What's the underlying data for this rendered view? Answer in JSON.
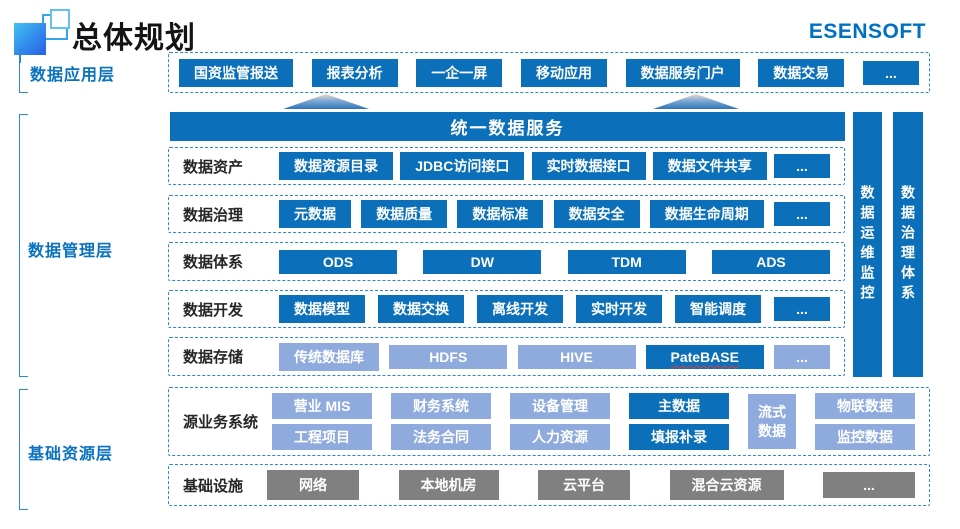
{
  "header": {
    "title": "总体规划",
    "brand": "ESENSOFT"
  },
  "colors": {
    "primary_blue": "#0b70b9",
    "light_blue": "#8faadc",
    "gray": "#808080",
    "label_blue": "#0b72c0",
    "dashed_border": "#2e86d6"
  },
  "application": {
    "label": "数据应用层",
    "items": [
      "国资监管报送",
      "报表分析",
      "一企一屏",
      "移动应用",
      "数据服务门户",
      "数据交易",
      "..."
    ]
  },
  "management": {
    "label": "数据管理层",
    "service_bar": "统一数据服务",
    "rows": {
      "asset": {
        "label": "数据资产",
        "items": [
          "数据资源目录",
          "JDBC访问接口",
          "实时数据接口",
          "数据文件共享",
          "..."
        ]
      },
      "governance": {
        "label": "数据治理",
        "items": [
          "元数据",
          "数据质量",
          "数据标准",
          "数据安全",
          "数据生命周期",
          "..."
        ]
      },
      "system": {
        "label": "数据体系",
        "items": [
          "ODS",
          "DW",
          "TDM",
          "ADS"
        ]
      },
      "development": {
        "label": "数据开发",
        "items": [
          "数据模型",
          "数据交换",
          "离线开发",
          "实时开发",
          "智能调度",
          "..."
        ]
      },
      "storage": {
        "label": "数据存储",
        "items": [
          {
            "text": "传统数据库",
            "style": "light"
          },
          {
            "text": "HDFS",
            "style": "light wide"
          },
          {
            "text": "HIVE",
            "style": "light wide"
          },
          {
            "text": "PateBASE",
            "style": "dark wide spell"
          },
          {
            "text": "...",
            "style": "light"
          }
        ]
      }
    },
    "side_bars": [
      "数据运维监控",
      "数据治理体系"
    ]
  },
  "resource": {
    "label": "基础资源层",
    "source": {
      "label": "源业务系统",
      "cols": [
        {
          "top": "营业 MIS",
          "bottom": "工程项目"
        },
        {
          "top": "财务系统",
          "bottom": "法务合同"
        },
        {
          "top": "设备管理",
          "bottom": "人力资源"
        },
        {
          "top": "主数据",
          "bottom": "填报补录"
        },
        {
          "tall": "流式数据"
        },
        {
          "top": "物联数据",
          "bottom": "监控数据"
        }
      ]
    },
    "infrastructure": {
      "label": "基础设施",
      "items": [
        "网络",
        "本地机房",
        "云平台",
        "混合云资源",
        "..."
      ]
    }
  }
}
